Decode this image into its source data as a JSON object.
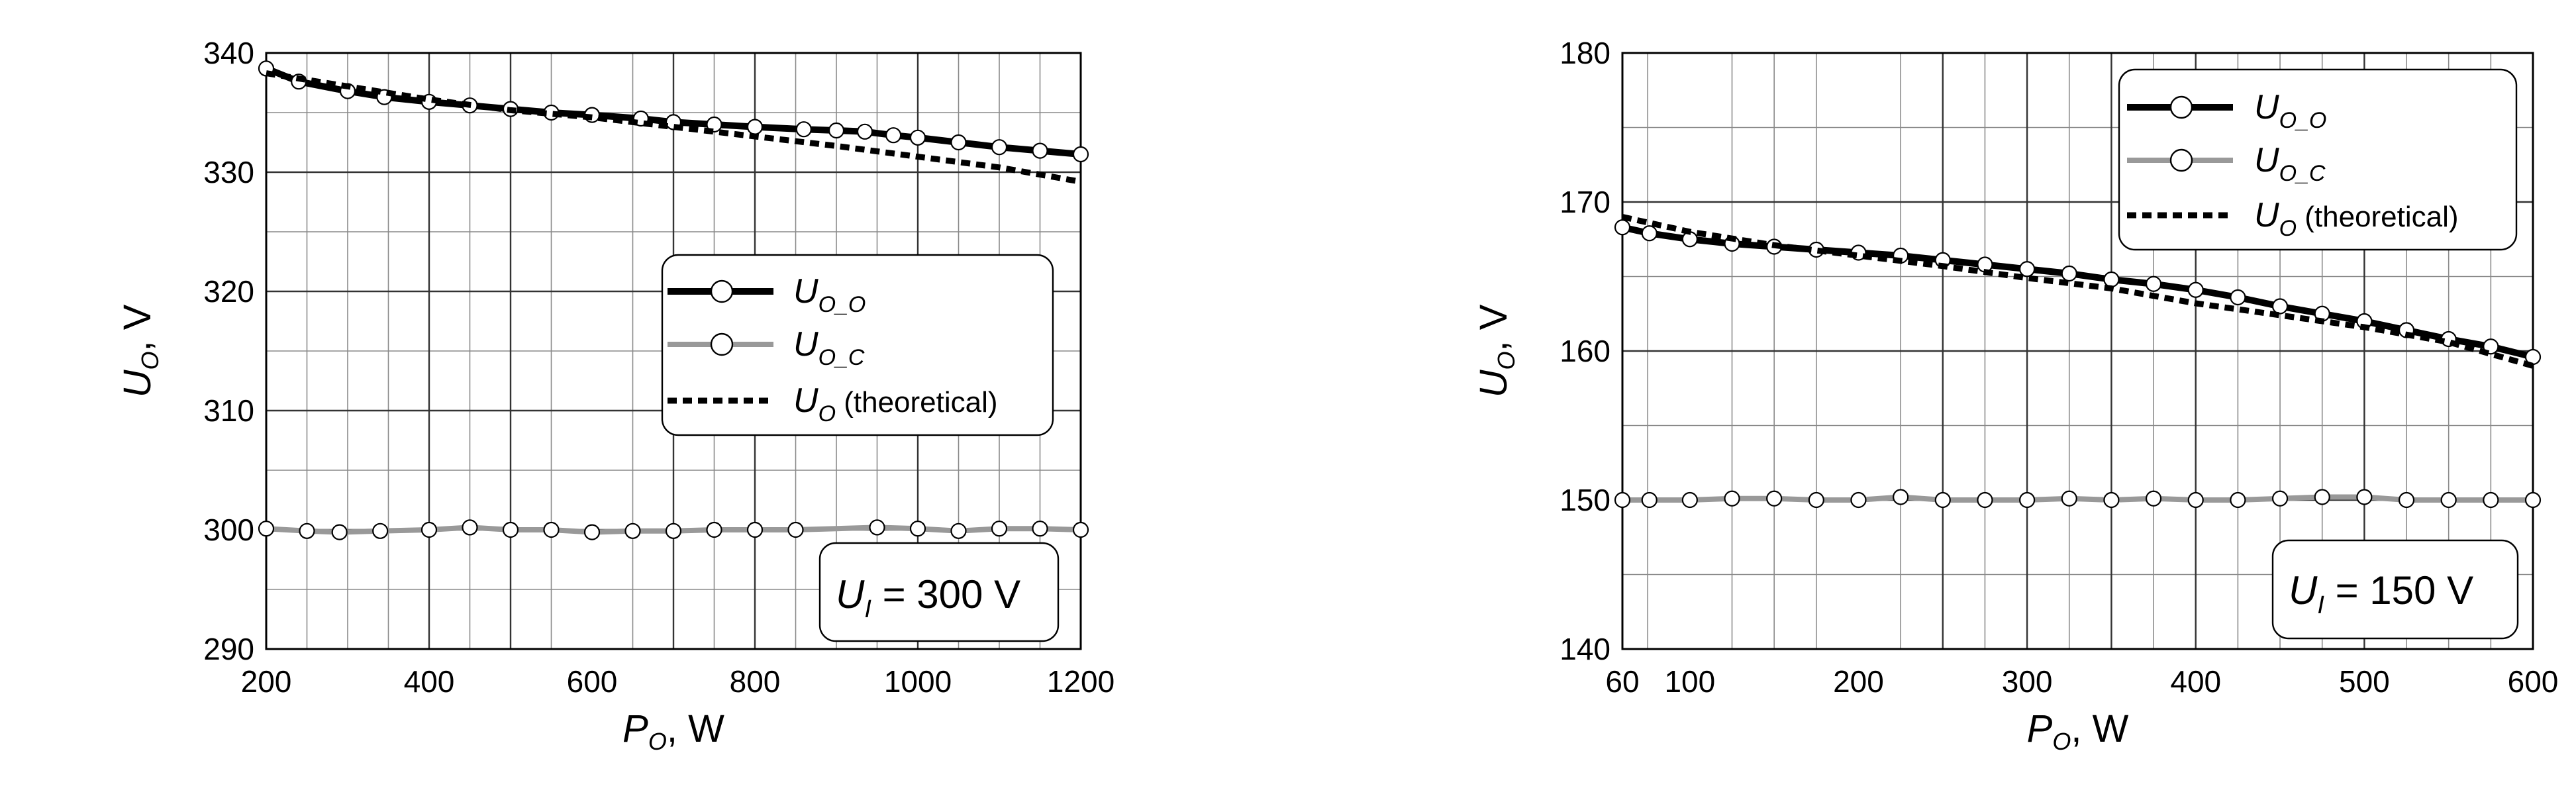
{
  "chart_data": [
    {
      "type": "line",
      "xlabel": {
        "main": "P",
        "sub": "O",
        "unit": ", W"
      },
      "ylabel": {
        "main": "U",
        "sub": "O",
        "unit": ", V"
      },
      "xlim": [
        200,
        1200
      ],
      "ylim": [
        290,
        340
      ],
      "x_ticks": [
        200,
        400,
        600,
        800,
        1000,
        1200
      ],
      "y_ticks": [
        290,
        300,
        310,
        320,
        330,
        340
      ],
      "x_minor": [
        250,
        300,
        350,
        450,
        500,
        550,
        650,
        700,
        750,
        850,
        900,
        950,
        1050,
        1100,
        1150
      ],
      "x_major_lines": [
        400,
        500,
        700,
        800,
        1000
      ],
      "y_minor": [
        295,
        305,
        315,
        325,
        335
      ],
      "grid": true,
      "legend_position": "right",
      "annotation": {
        "main": "U",
        "sub": "I",
        "text": " = 300 V"
      },
      "series": [
        {
          "key": "oo",
          "legend_main": "U",
          "legend_sub": "O_O",
          "legend_suffix": "",
          "color": "#000000",
          "markers": true,
          "x": [
            200,
            240,
            300,
            345,
            400,
            450,
            500,
            550,
            600,
            660,
            700,
            750,
            800,
            860,
            900,
            935,
            970,
            1000,
            1050,
            1100,
            1150,
            1200
          ],
          "y": [
            338.7,
            337.6,
            336.8,
            336.3,
            335.9,
            335.6,
            335.3,
            335.0,
            334.8,
            334.5,
            334.2,
            334.0,
            333.8,
            333.6,
            333.5,
            333.4,
            333.1,
            332.9,
            332.5,
            332.1,
            331.8,
            331.5
          ]
        },
        {
          "key": "oc",
          "legend_main": "U",
          "legend_sub": "O_C",
          "legend_suffix": "",
          "color": "#999999",
          "markers": true,
          "x": [
            200,
            250,
            290,
            340,
            400,
            450,
            500,
            550,
            600,
            650,
            700,
            750,
            800,
            850,
            950,
            1000,
            1050,
            1100,
            1150,
            1200
          ],
          "y": [
            300.1,
            299.9,
            299.8,
            299.9,
            300.0,
            300.2,
            300.0,
            300.0,
            299.8,
            299.9,
            299.9,
            300.0,
            300.0,
            300.0,
            300.2,
            300.1,
            299.9,
            300.1,
            300.1,
            300.0
          ]
        },
        {
          "key": "th",
          "legend_main": "U",
          "legend_sub": "O",
          "legend_suffix": " (theoretical)",
          "color": "#000000",
          "markers": false,
          "dashed": true,
          "x": [
            200,
            300,
            400,
            500,
            600,
            700,
            800,
            900,
            1000,
            1100,
            1200
          ],
          "y": [
            338.3,
            337.2,
            336.1,
            335.2,
            334.6,
            333.8,
            333.0,
            332.2,
            331.3,
            330.4,
            329.2
          ]
        }
      ]
    },
    {
      "type": "line",
      "xlabel": {
        "main": "P",
        "sub": "O",
        "unit": ", W"
      },
      "ylabel": {
        "main": "U",
        "sub": "O",
        "unit": ", V"
      },
      "xlim": [
        60,
        600
      ],
      "ylim": [
        140,
        180
      ],
      "x_ticks": [
        60,
        100,
        200,
        300,
        400,
        500,
        600
      ],
      "y_ticks": [
        140,
        150,
        160,
        170,
        180
      ],
      "x_minor": [
        75,
        125,
        150,
        175,
        225,
        275,
        325,
        375,
        425,
        450,
        475,
        525,
        550,
        575
      ],
      "x_major_lines": [
        250,
        300,
        350,
        400,
        500
      ],
      "y_minor": [
        145,
        155,
        165,
        175
      ],
      "grid": true,
      "legend_position": "top-right",
      "annotation": {
        "main": "U",
        "sub": "I",
        "text": " = 150 V"
      },
      "series": [
        {
          "key": "oo",
          "legend_main": "U",
          "legend_sub": "O_O",
          "legend_suffix": "",
          "color": "#000000",
          "markers": true,
          "x": [
            60,
            76,
            100,
            125,
            150,
            175,
            200,
            225,
            250,
            275,
            300,
            325,
            350,
            375,
            400,
            425,
            450,
            475,
            500,
            525,
            550,
            575,
            600
          ],
          "y": [
            168.3,
            167.9,
            167.5,
            167.2,
            167.0,
            166.8,
            166.6,
            166.4,
            166.1,
            165.8,
            165.5,
            165.2,
            164.8,
            164.5,
            164.1,
            163.6,
            163.0,
            162.5,
            162.0,
            161.4,
            160.8,
            160.3,
            159.6
          ]
        },
        {
          "key": "oc",
          "legend_main": "U",
          "legend_sub": "O_C",
          "legend_suffix": "",
          "color": "#999999",
          "markers": true,
          "x": [
            60,
            76,
            100,
            125,
            150,
            175,
            200,
            225,
            250,
            275,
            300,
            325,
            350,
            375,
            400,
            425,
            450,
            475,
            500,
            525,
            550,
            575,
            600
          ],
          "y": [
            150.0,
            150.0,
            150.0,
            150.1,
            150.1,
            150.0,
            150.0,
            150.2,
            150.0,
            150.0,
            150.0,
            150.1,
            150.0,
            150.1,
            150.0,
            150.0,
            150.1,
            150.2,
            150.2,
            150.0,
            150.0,
            150.0,
            150.0
          ]
        },
        {
          "key": "th",
          "legend_main": "U",
          "legend_sub": "O",
          "legend_suffix": " (theoretical)",
          "color": "#000000",
          "markers": false,
          "dashed": true,
          "x": [
            60,
            100,
            150,
            200,
            250,
            300,
            350,
            400,
            450,
            500,
            550,
            600
          ],
          "y": [
            169.0,
            168.0,
            167.1,
            166.4,
            165.7,
            164.9,
            164.2,
            163.2,
            162.4,
            161.6,
            160.6,
            159.0
          ]
        }
      ]
    }
  ]
}
